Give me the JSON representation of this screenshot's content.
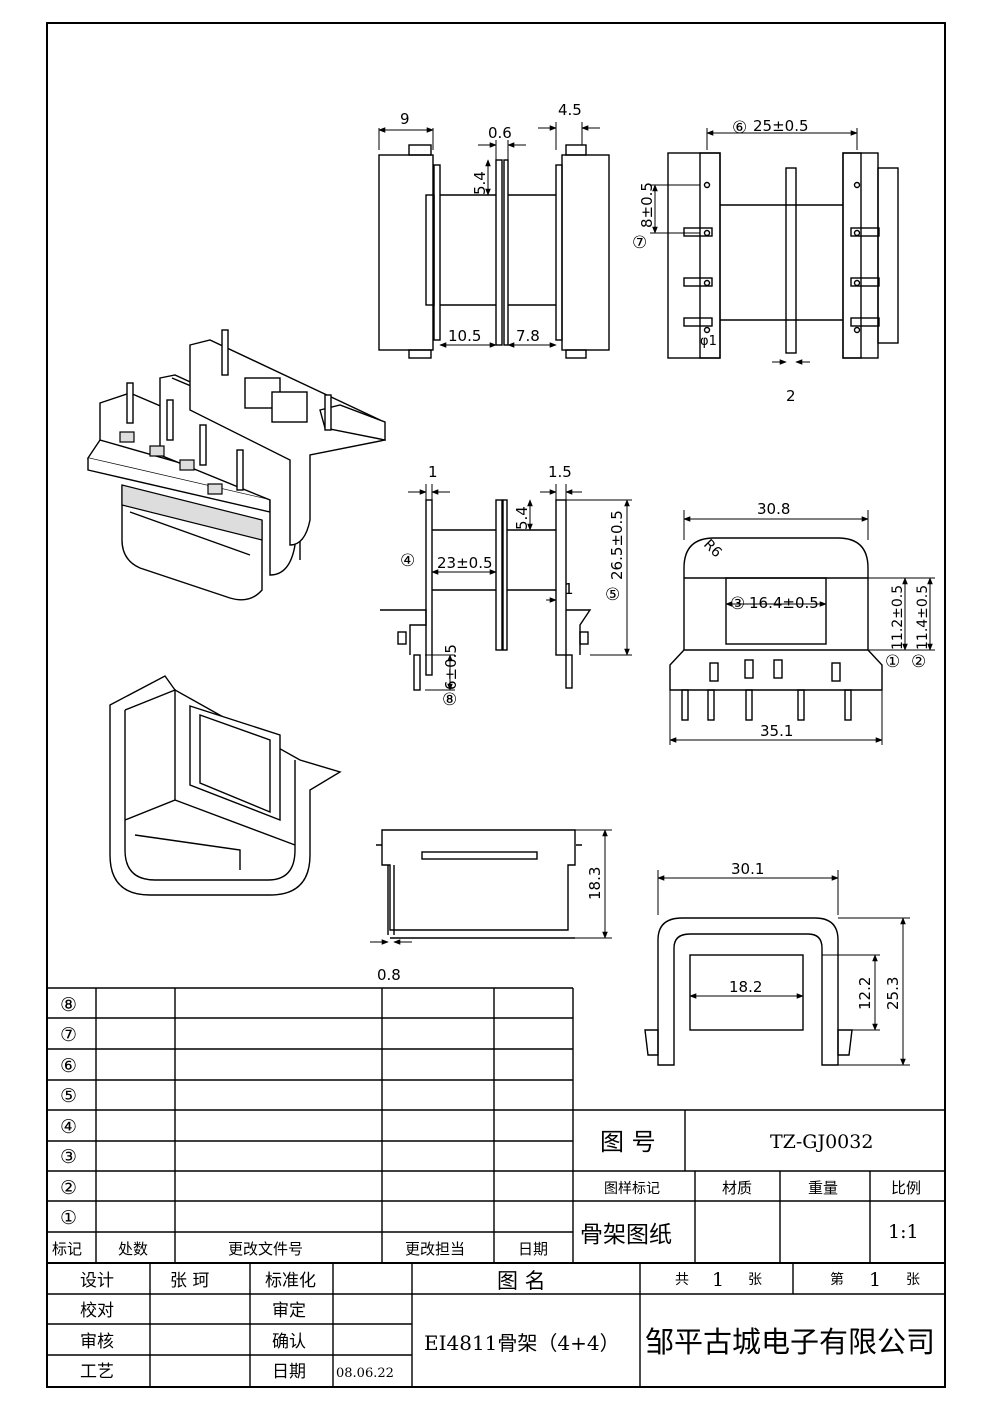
{
  "dims": {
    "top_view": [
      "9",
      "0.6",
      "4.5",
      "5.4",
      "10.5",
      "7.8"
    ],
    "pin_view": {
      "pitch": "25±0.5",
      "pitch_mark": "⑥",
      "spacing": "8±0.5",
      "spacing_mark": "⑦",
      "pin": "φ1",
      "flange": "2"
    },
    "side_view": {
      "flange_left": "1",
      "flange_right": "1.5",
      "step": "5.4",
      "height": "26.5±0.5",
      "height_mark": "⑤",
      "winding": "23±0.5",
      "winding_mark": "④",
      "inner": "1",
      "pin_len": "6±0.5",
      "pin_mark": "⑧"
    },
    "end_view": {
      "width": "30.8",
      "radius": "R6",
      "window": "16.4±0.5",
      "window_mark": "③",
      "h1": "11.2±0.5",
      "h1_mark": "①",
      "h2": "11.4±0.5",
      "h2_mark": "②",
      "base": "35.1"
    },
    "clip_side": {
      "height": "18.3",
      "thickness": "0.8"
    },
    "clip_end": {
      "width": "30.1",
      "window": "18.2",
      "h_inner": "12.2",
      "h_outer": "25.3"
    }
  },
  "revision": {
    "rows": [
      "⑧",
      "⑦",
      "⑥",
      "⑤",
      "④",
      "③",
      "②",
      "①"
    ],
    "headers": [
      "标记",
      "处数",
      "更改文件号",
      "更改担当",
      "日期"
    ]
  },
  "title_block": {
    "drawing_no_label": "图 号",
    "drawing_no": "TZ-GJ0032",
    "mark_label": "图样标记",
    "material_label": "材质",
    "weight_label": "重量",
    "scale_label": "比例",
    "doc_type": "骨架图纸",
    "scale": "1:1",
    "design_label": "设计",
    "designer": "张 珂",
    "standard_label": "标准化",
    "check_label": "校对",
    "approve_label": "审定",
    "review_label": "审核",
    "confirm_label": "确认",
    "process_label": "工艺",
    "date_label": "日期",
    "date": "08.06.22",
    "name_label": "图 名",
    "part_name": "EI4811骨架（4+4）",
    "total_prefix": "共",
    "total": "1",
    "sheet_unit": "张",
    "sheet_prefix": "第",
    "sheet": "1",
    "company": "邹平古城电子有限公司"
  }
}
